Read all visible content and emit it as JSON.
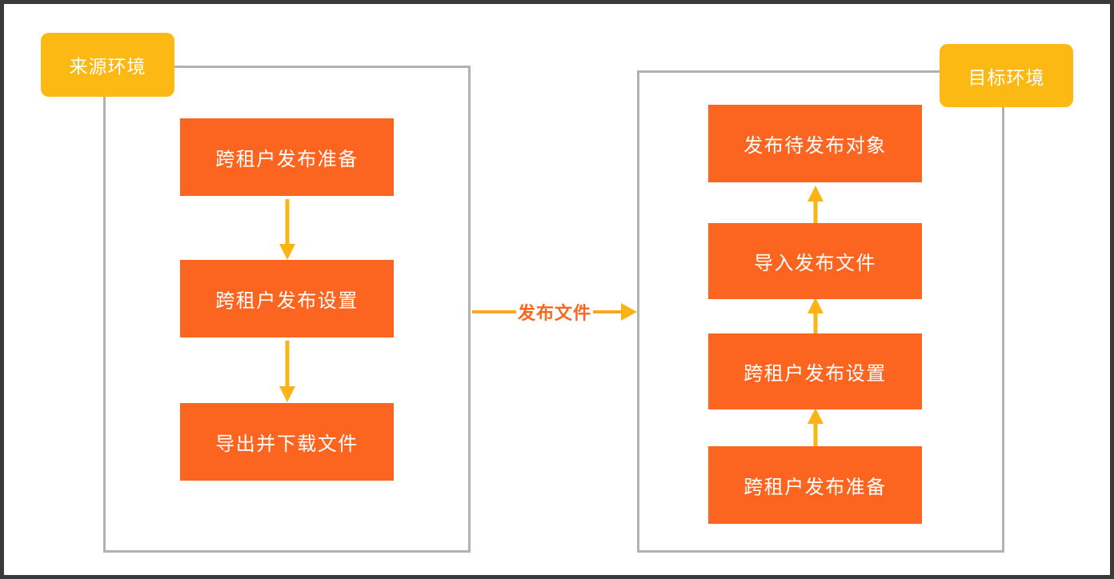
{
  "diagram": {
    "title": "cross-tenant publish flow",
    "colors": {
      "step_box": "#fb6520",
      "arrow": "#fcb415",
      "env_label": "#fdb913",
      "group_border": "#b2b2b2",
      "caption_text": "#fb6520",
      "page_border": "#3a3a3c"
    },
    "source_environment": {
      "label": "来源环境",
      "steps": [
        {
          "label": "跨租户发布准备"
        },
        {
          "label": "跨租户发布设置"
        },
        {
          "label": "导出并下载文件"
        }
      ],
      "connector_direction": "down"
    },
    "target_environment": {
      "label": "目标环境",
      "steps": [
        {
          "label": "跨租户发布准备"
        },
        {
          "label": "跨租户发布设置"
        },
        {
          "label": "导入发布文件"
        },
        {
          "label": "发布待发布对象"
        }
      ],
      "connector_direction": "up"
    },
    "transfer": {
      "caption": "发布文件",
      "direction": "right"
    }
  }
}
